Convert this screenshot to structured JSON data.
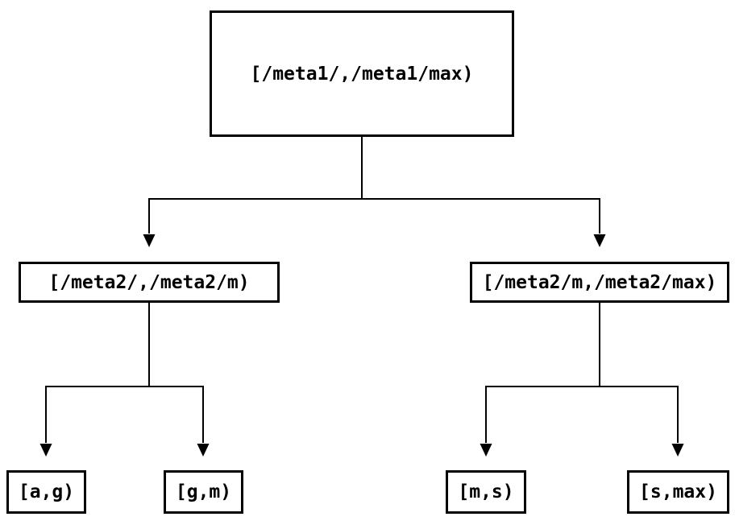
{
  "diagram": {
    "background_color": "#ffffff",
    "line_color": "#000000",
    "text_color": "#000000",
    "type": "binary-interval-tree",
    "nodes": {
      "root": "[/meta1/,/meta1/max)",
      "left_child": "[/meta2/,/meta2/m)",
      "right_child": "[/meta2/m,/meta2/max)",
      "leaf_a_g": "[a,g)",
      "leaf_g_m": "[g,m)",
      "leaf_m_s": "[m,s)",
      "leaf_s_max": "[s,max)"
    },
    "edges": [
      {
        "from": "root",
        "to": "left_child"
      },
      {
        "from": "root",
        "to": "right_child"
      },
      {
        "from": "left_child",
        "to": "leaf_a_g"
      },
      {
        "from": "left_child",
        "to": "leaf_g_m"
      },
      {
        "from": "right_child",
        "to": "leaf_m_s"
      },
      {
        "from": "right_child",
        "to": "leaf_s_max"
      }
    ]
  }
}
